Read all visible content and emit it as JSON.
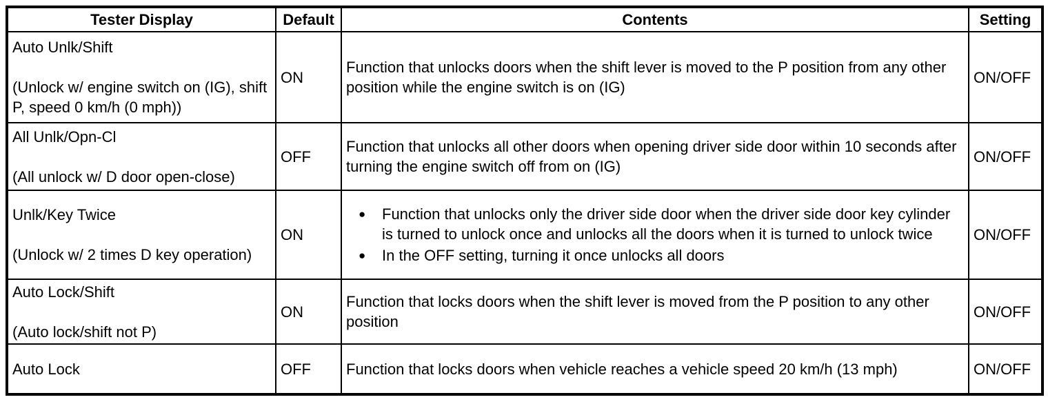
{
  "table": {
    "headers": {
      "tester_display": "Tester Display",
      "default": "Default",
      "contents": "Contents",
      "setting": "Setting"
    },
    "bullet_glyph": "●",
    "rows": [
      {
        "name": "Auto Unlk/Shift",
        "subtitle": "(Unlock w/ engine switch on (IG), shift P, speed 0 km/h (0 mph))",
        "default": "ON",
        "contents": "Function that unlocks doors when the shift lever is moved to the P position from any other position while the engine switch is on (IG)",
        "setting": "ON/OFF"
      },
      {
        "name": "All Unlk/Opn-Cl",
        "subtitle": "(All unlock w/ D door open-close)",
        "default": "OFF",
        "contents": "Function that unlocks all other doors when opening driver side door within 10 seconds after turning the engine switch off from on (IG)",
        "setting": "ON/OFF"
      },
      {
        "name": "Unlk/Key Twice",
        "subtitle": "(Unlock w/ 2 times D key operation)",
        "default": "ON",
        "bullets": [
          "Function that unlocks only the driver side door when the driver side door key cylinder is turned to unlock once and unlocks all the doors when it is turned to unlock twice",
          "In the OFF setting, turning it once unlocks all doors"
        ],
        "setting": "ON/OFF"
      },
      {
        "name": "Auto Lock/Shift",
        "subtitle": "(Auto lock/shift not P)",
        "default": "ON",
        "contents": "Function that locks doors when the shift lever is moved from the P position to any other position",
        "setting": "ON/OFF"
      },
      {
        "name": "Auto Lock",
        "default": "OFF",
        "contents": "Function that locks doors when vehicle reaches a vehicle speed 20 km/h (13 mph)",
        "setting": "ON/OFF"
      }
    ]
  }
}
